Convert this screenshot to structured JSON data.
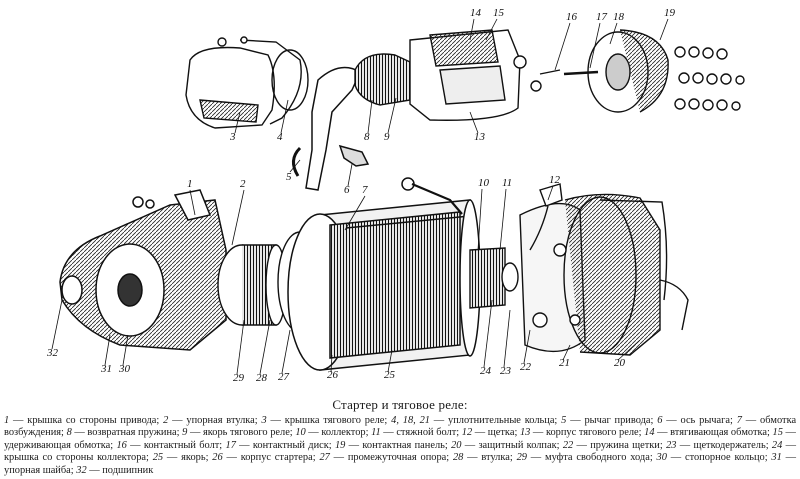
{
  "caption": {
    "title": "Стартер и тяговое реле:"
  },
  "callout_numbers": [
    "1",
    "2",
    "3",
    "4",
    "5",
    "6",
    "7",
    "8",
    "9",
    "10",
    "11",
    "12",
    "13",
    "14",
    "15",
    "16",
    "17",
    "18",
    "19",
    "20",
    "21",
    "22",
    "23",
    "24",
    "25",
    "26",
    "27",
    "28",
    "29",
    "30",
    "31",
    "32"
  ],
  "legend": [
    {
      "n": "1",
      "text": "крышка со стороны привода;"
    },
    {
      "n": "2",
      "text": "упорная втулка;"
    },
    {
      "n": "3",
      "text": "крышка тягового реле;"
    },
    {
      "n": "4, 18, 21",
      "text": "уплотнительные кольца;"
    },
    {
      "n": "5",
      "text": "рычаг привода;"
    },
    {
      "n": "6",
      "text": "ось рычага;"
    },
    {
      "n": "7",
      "text": "обмотка возбуждения;"
    },
    {
      "n": "8",
      "text": "возвратная пружина;"
    },
    {
      "n": "9",
      "text": "якорь тягового реле;"
    },
    {
      "n": "10",
      "text": "коллектор;"
    },
    {
      "n": "11",
      "text": "стяжной болт;"
    },
    {
      "n": "12",
      "text": "щетка;"
    },
    {
      "n": "13",
      "text": "корпус тягового реле;"
    },
    {
      "n": "14",
      "text": "втягивающая обмотка;"
    },
    {
      "n": "15",
      "text": "удерживающая обмотка;"
    },
    {
      "n": "16",
      "text": "контактный болт;"
    },
    {
      "n": "17",
      "text": "контактный диск;"
    },
    {
      "n": "19",
      "text": "контактная панель;"
    },
    {
      "n": "20",
      "text": "защитный колпак;"
    },
    {
      "n": "22",
      "text": "пружина щетки;"
    },
    {
      "n": "23",
      "text": "щеткодержатель;"
    },
    {
      "n": "24",
      "text": "крышка со стороны коллектора;"
    },
    {
      "n": "25",
      "text": "якорь;"
    },
    {
      "n": "26",
      "text": "корпус стартера;"
    },
    {
      "n": "27",
      "text": "промежуточная опора;"
    },
    {
      "n": "28",
      "text": "втулка;"
    },
    {
      "n": "29",
      "text": "муфта свободного хода;"
    },
    {
      "n": "30",
      "text": "стопорное кольцо;"
    },
    {
      "n": "31",
      "text": "упорная шайба;"
    },
    {
      "n": "32",
      "text": "подшипник"
    }
  ]
}
